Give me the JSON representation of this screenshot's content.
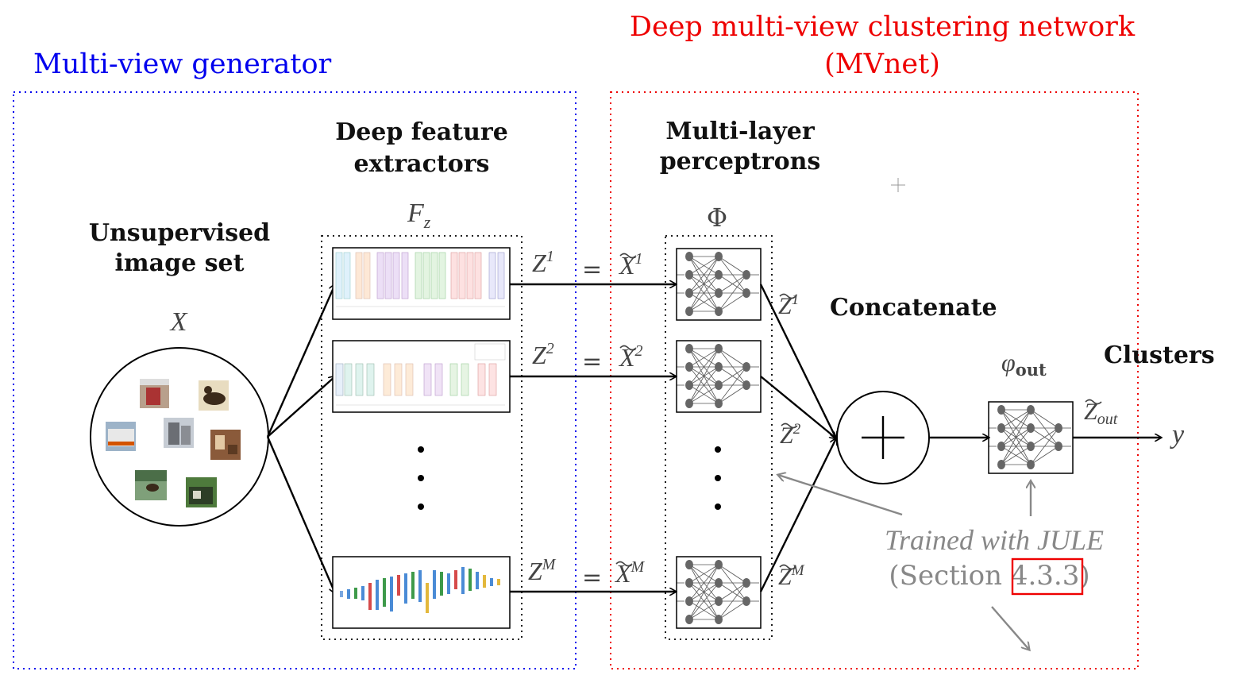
{
  "titles": {
    "generator": "Multi-view generator",
    "mvnet_line1": "Deep multi-view clustering network",
    "mvnet_line2": "(MVnet)"
  },
  "labels": {
    "dfe_line1": "Deep feature",
    "dfe_line2": "extractors",
    "mlp_line1": "Multi-layer",
    "mlp_line2": "perceptrons",
    "uis_line1": "Unsupervised",
    "uis_line2": "image set",
    "concatenate": "Concatenate",
    "clusters": "Clusters",
    "trained_line1": "Trained with JULE",
    "trained_line2_pre": "(Section ",
    "trained_ref": "4.3.3",
    "trained_line2_post": ")"
  },
  "math": {
    "X": "X",
    "Fz": "F",
    "Fz_sub": "z",
    "Phi": "Φ",
    "Z": "Z",
    "Xt": "X",
    "sup1": "1",
    "sup2": "2",
    "supM": "M",
    "equals": "=",
    "phi_out": "φ",
    "phi_out_sub": "out",
    "Zout_sub": "out",
    "y": "y"
  },
  "colors": {
    "generator": "#0000ee",
    "mvnet": "#ee0000",
    "gray": "#888888",
    "text": "#444444"
  }
}
